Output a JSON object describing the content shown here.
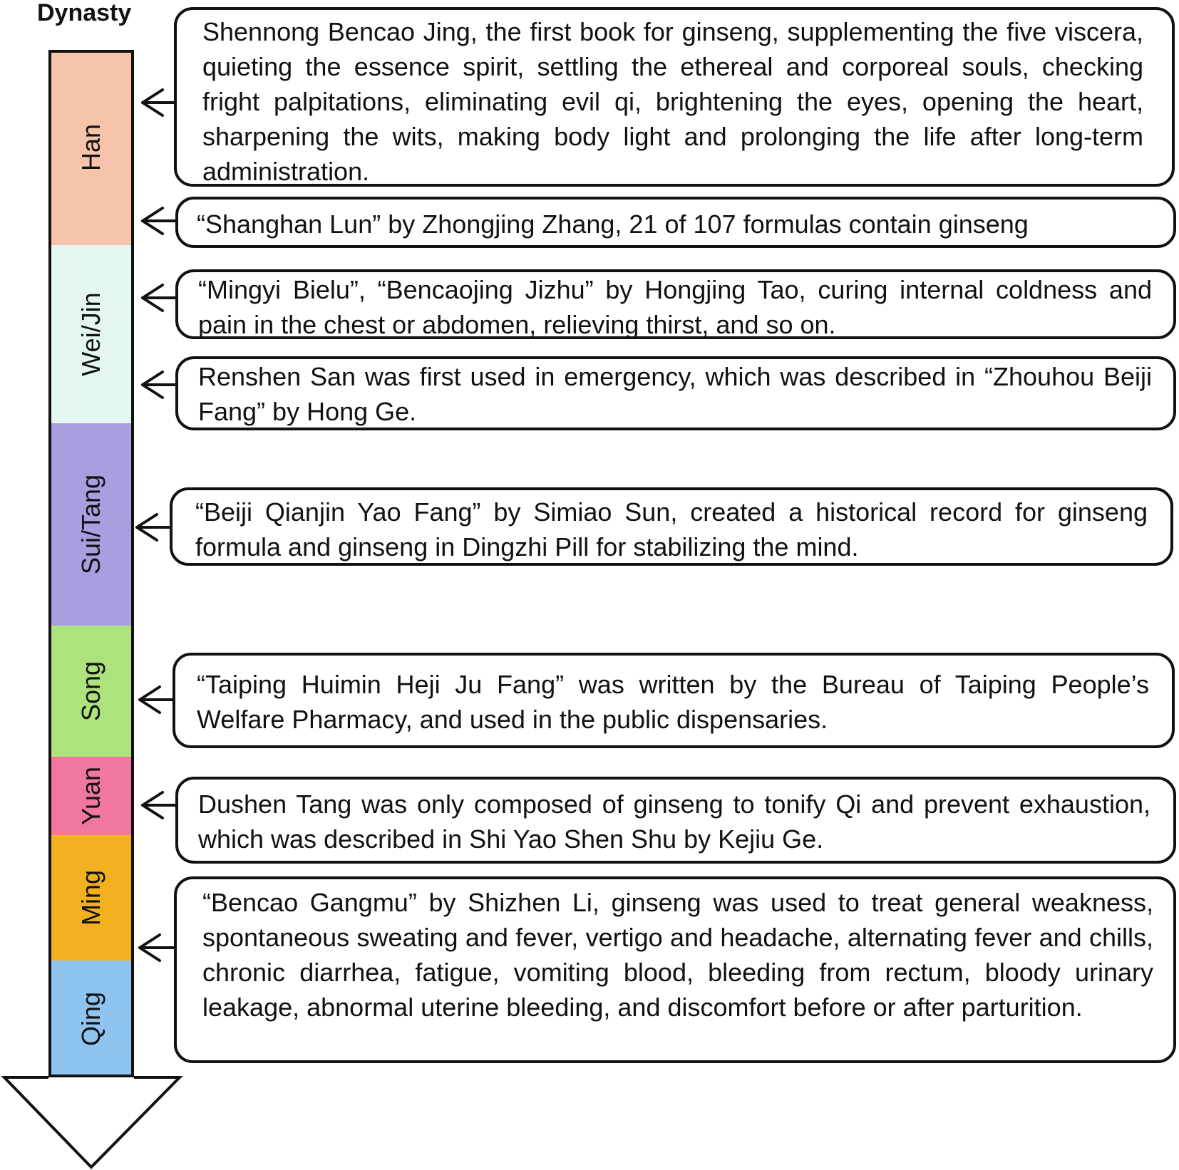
{
  "title": "Dynasty",
  "colors": {
    "han": "#f5c4aa",
    "wei_jin": "#e3f6f1",
    "sui_tang": "#a99fe0",
    "song": "#aee27d",
    "yuan": "#f1779e",
    "ming": "#f4b11f",
    "qing": "#8fc3f0",
    "stroke": "#111111"
  },
  "dynasties": [
    {
      "id": "han",
      "label": "Han"
    },
    {
      "id": "wei-jin",
      "label": "Wei/Jin"
    },
    {
      "id": "sui-tang",
      "label": "Sui/Tang"
    },
    {
      "id": "song",
      "label": "Song"
    },
    {
      "id": "yuan",
      "label": "Yuan"
    },
    {
      "id": "ming",
      "label": "Ming"
    },
    {
      "id": "qing",
      "label": "Qing"
    }
  ],
  "events": [
    {
      "text": "Shennong Bencao Jing, the first book for ginseng, supplementing the five viscera, quieting the essence spirit, settling the ethereal and corporeal souls, checking fright palpitations, eliminating evil qi, brightening the eyes, opening the heart, sharpening the wits, making body light and prolonging the life after long-term administration."
    },
    {
      "text": "“Shanghan Lun” by  Zhongjing Zhang, 21 of 107 formulas contain ginseng"
    },
    {
      "text": "“Mingyi Bielu”, “Bencaojing Jizhu” by Hongjing Tao, curing internal coldness and pain in the chest or abdomen, relieving thirst, and so on."
    },
    {
      "text": "Renshen San was first used in  emergency,  which was described in “Zhouhou Beiji Fang” by Hong Ge."
    },
    {
      "text": "“Beiji Qianjin Yao Fang” by Simiao Sun, created a historical record for ginseng formula and ginseng in Dingzhi Pill for stabilizing the mind."
    },
    {
      "text": "“Taiping Huimin Heji Ju Fang” was written by the Bureau of Taiping People’s Welfare Pharmacy, and used in the public dispensaries."
    },
    {
      "text": "Dushen Tang was only composed of ginseng to tonify Qi and prevent exhaustion, which was described in Shi Yao Shen Shu by Kejiu Ge."
    },
    {
      "text": "“Bencao Gangmu” by Shizhen Li, ginseng was used to treat general weakness, spontaneous sweating and fever, vertigo and headache, alternating fever and chills, chronic diarrhea, fatigue, vomiting blood, bleeding from rectum, bloody urinary leakage, abnormal uterine bleeding, and discomfort before or after parturition."
    }
  ]
}
